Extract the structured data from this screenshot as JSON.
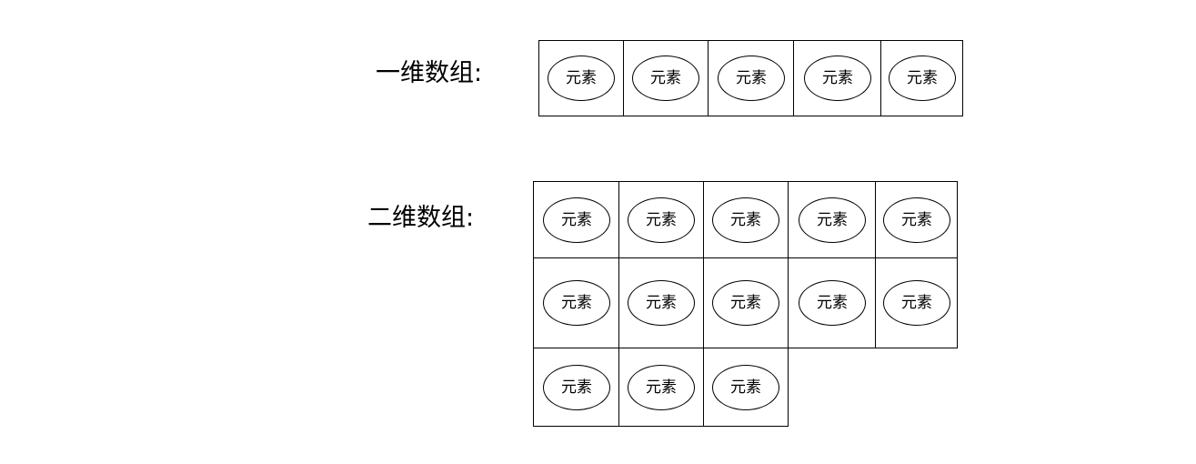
{
  "one_d": {
    "label": "一维数组:",
    "elements": [
      "元素",
      "元素",
      "元素",
      "元素",
      "元素"
    ]
  },
  "two_d": {
    "label": "二维数组:",
    "rows": [
      [
        "元素",
        "元素",
        "元素",
        "元素",
        "元素"
      ],
      [
        "元素",
        "元素",
        "元素",
        "元素",
        "元素"
      ],
      [
        "元素",
        "元素",
        "元素"
      ]
    ]
  }
}
